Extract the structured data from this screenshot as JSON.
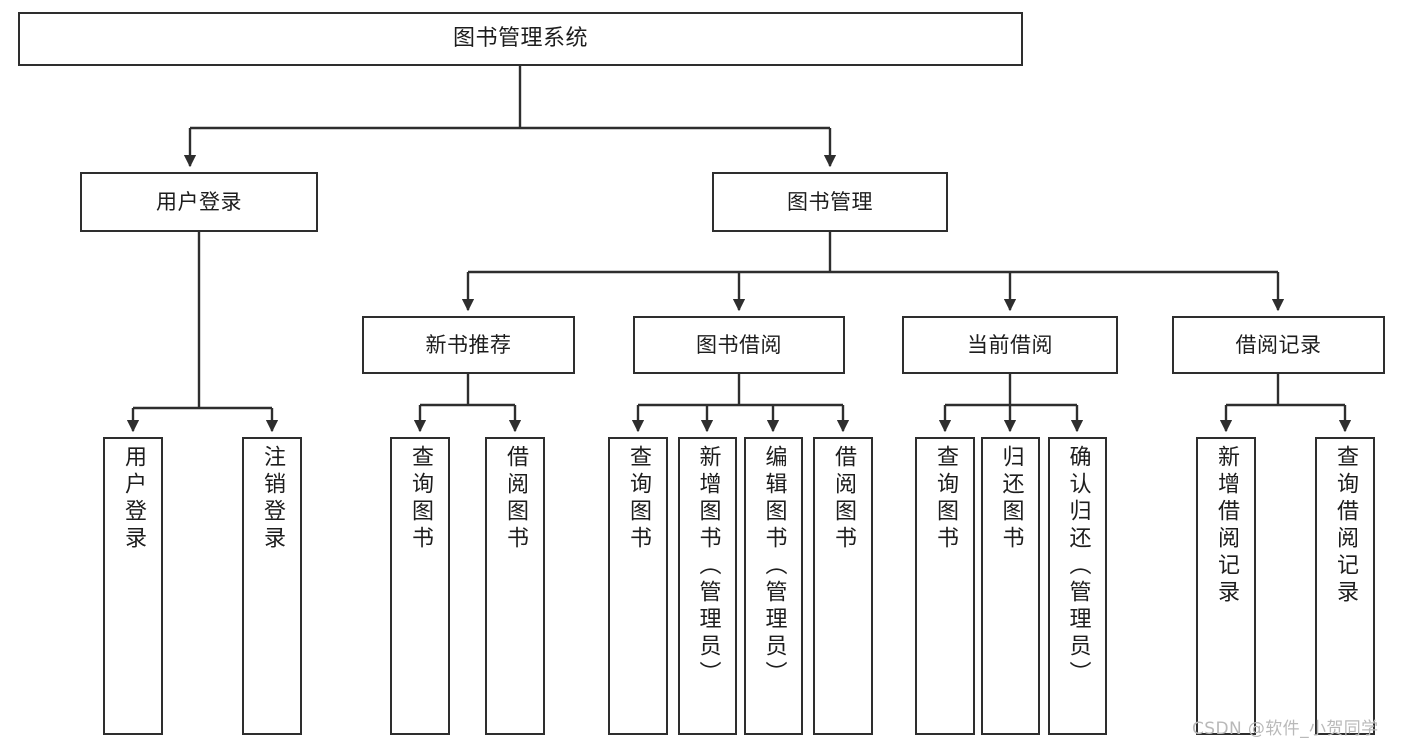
{
  "diagram": {
    "type": "tree",
    "title": "图书管理系统",
    "style": {
      "box_border_color": "#2e2e2e",
      "box_fill_color": "#ffffff",
      "edge_color": "#2e2e2e",
      "text_color": "#1d1d1d",
      "background": "#ffffff",
      "watermark_color": "#b9b9b9"
    },
    "nodes": {
      "root": {
        "label": "图书管理系统"
      },
      "level2": [
        {
          "label": "用户登录"
        },
        {
          "label": "图书管理"
        }
      ],
      "level3": [
        {
          "label": "新书推荐"
        },
        {
          "label": "图书借阅"
        },
        {
          "label": "当前借阅"
        },
        {
          "label": "借阅记录"
        }
      ],
      "leaves_user_login": [
        {
          "label": "用户登录"
        },
        {
          "label": "注销登录"
        }
      ],
      "leaves_new_book": [
        {
          "label": "查询图书"
        },
        {
          "label": "借阅图书"
        }
      ],
      "leaves_borrow": [
        {
          "label": "查询图书"
        },
        {
          "label": "新增图书（管理员）"
        },
        {
          "label": "编辑图书（管理员）"
        },
        {
          "label": "借阅图书"
        }
      ],
      "leaves_current": [
        {
          "label": "查询图书"
        },
        {
          "label": "归还图书"
        },
        {
          "label": "确认归还（管理员）"
        }
      ],
      "leaves_records": [
        {
          "label": "新增借阅记录"
        },
        {
          "label": "查询借阅记录"
        }
      ]
    },
    "watermark": "CSDN @软件_小贺同学"
  }
}
